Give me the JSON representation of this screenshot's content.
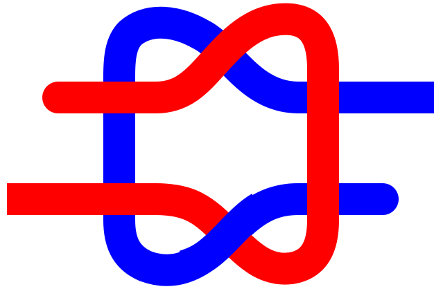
{
  "diagram": {
    "kind": "knot-diagram",
    "background": "#ffffff",
    "ropes": [
      {
        "name": "blue-rope",
        "color": "#0000ff"
      },
      {
        "name": "red-rope",
        "color": "#ff0000"
      }
    ],
    "crossings": [
      {
        "name": "crossing-top",
        "over": "red-rope"
      },
      {
        "name": "crossing-bottom",
        "over": "blue-rope"
      }
    ]
  }
}
